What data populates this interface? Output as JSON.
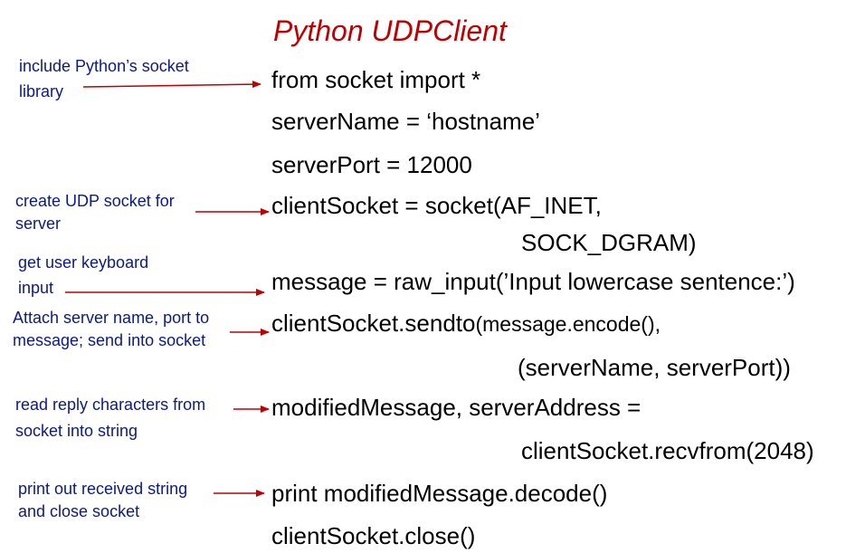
{
  "title": "Python UDPClient",
  "colors": {
    "title": "#c00000",
    "annotation": "#0a1a8c",
    "arrow": "#c00000",
    "code": "#000000"
  },
  "code": {
    "line1": "from socket import *",
    "line2": "serverName = ‘hostname’",
    "line3": "serverPort = 12000",
    "line4": "clientSocket = socket(AF_INET,",
    "line5": "SOCK_DGRAM)",
    "line6": "message = raw_input(’Input lowercase sentence:’)",
    "line7_a": "clientSocket.sendto",
    "line7_b": "(message.encode(),",
    "line8": "(serverName, serverPort))",
    "line9": "modifiedMessage, serverAddress =",
    "line10": "clientSocket.recvfrom(2048)",
    "line11": "print modifiedMessage.decode()",
    "line12": "clientSocket.close()"
  },
  "annotations": {
    "import": [
      "include Python’s socket",
      "library"
    ],
    "create": [
      "create UDP socket for",
      "server"
    ],
    "input": [
      "get user keyboard",
      "input"
    ],
    "send": [
      "Attach server name, port to",
      "message; send into socket"
    ],
    "recv": [
      "read reply characters from",
      "socket into string"
    ],
    "print": [
      "print out received string",
      "and close socket"
    ]
  }
}
